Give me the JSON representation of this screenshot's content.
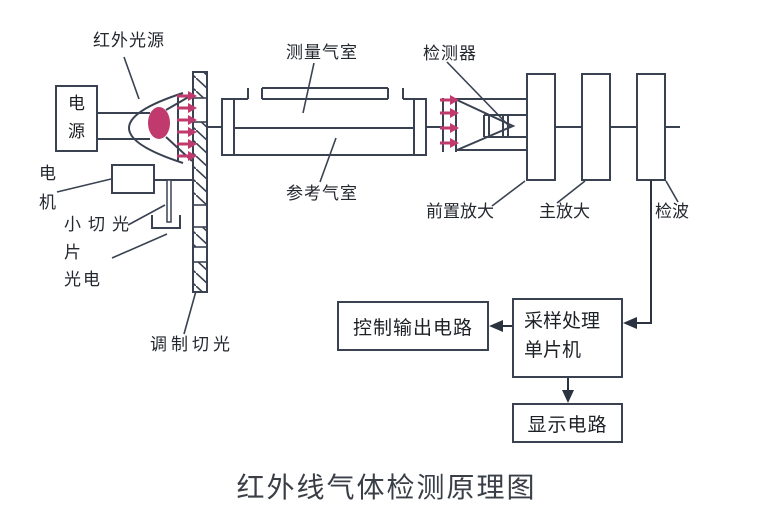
{
  "title": "红外线气体检测原理图",
  "colors": {
    "line": "#3a4252",
    "beam": "#c03a6e",
    "text": "#222222"
  },
  "labels": {
    "ir_source": "红外光源",
    "power": "电源",
    "motor": "电机",
    "small_chopper": "小切光",
    "blade": "片",
    "photoelectric": "光电",
    "modulating_chopper": "调制切光",
    "measuring_cell": "测量气室",
    "reference_cell": "参考气室",
    "detector": "检测器",
    "preamp": "前置放大",
    "main_amp": "主放大",
    "demodulator": "检波"
  },
  "flowchart": {
    "control_output": "控制输出电路",
    "mcu": "采样处理\n单片机",
    "display": "显示电路"
  }
}
